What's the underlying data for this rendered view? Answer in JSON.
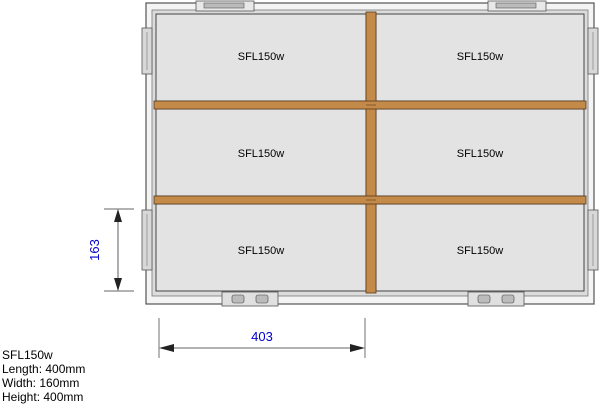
{
  "cells": [
    {
      "label": "SFL150w"
    },
    {
      "label": "SFL150w"
    },
    {
      "label": "SFL150w"
    },
    {
      "label": "SFL150w"
    },
    {
      "label": "SFL150w"
    },
    {
      "label": "SFL150w"
    }
  ],
  "dimensions": {
    "height_value": "163",
    "width_value": "403"
  },
  "spec": {
    "model": "SFL150w",
    "length": "Length: 400mm",
    "width": "Width: 160mm",
    "height": "Height: 400mm"
  },
  "colors": {
    "cell_fill": "#e3e3e3",
    "divider": "#c48a4a",
    "dimension_text": "#0000cc",
    "outline": "#555555"
  }
}
